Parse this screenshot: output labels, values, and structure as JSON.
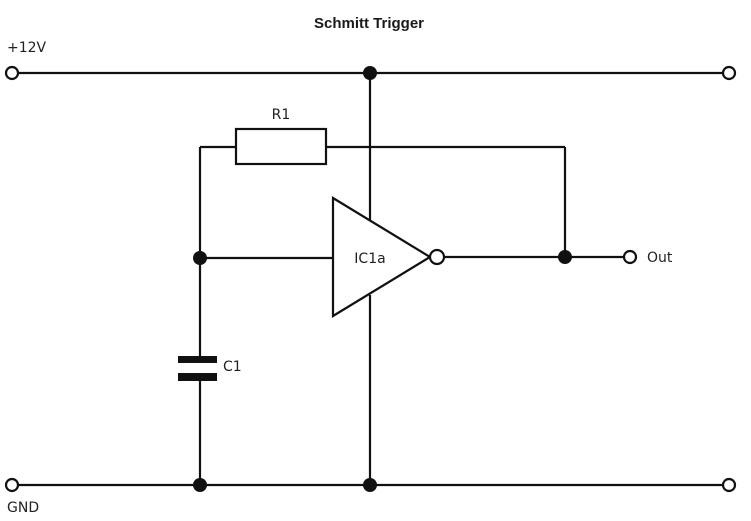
{
  "title": "Schmitt Trigger",
  "labels": {
    "vcc": "+12V",
    "gnd": "GND",
    "out": "Out",
    "resistor": "R1",
    "capacitor": "C1",
    "ic": "IC1a"
  },
  "colors": {
    "wire": "#111111",
    "background": "#ffffff"
  }
}
